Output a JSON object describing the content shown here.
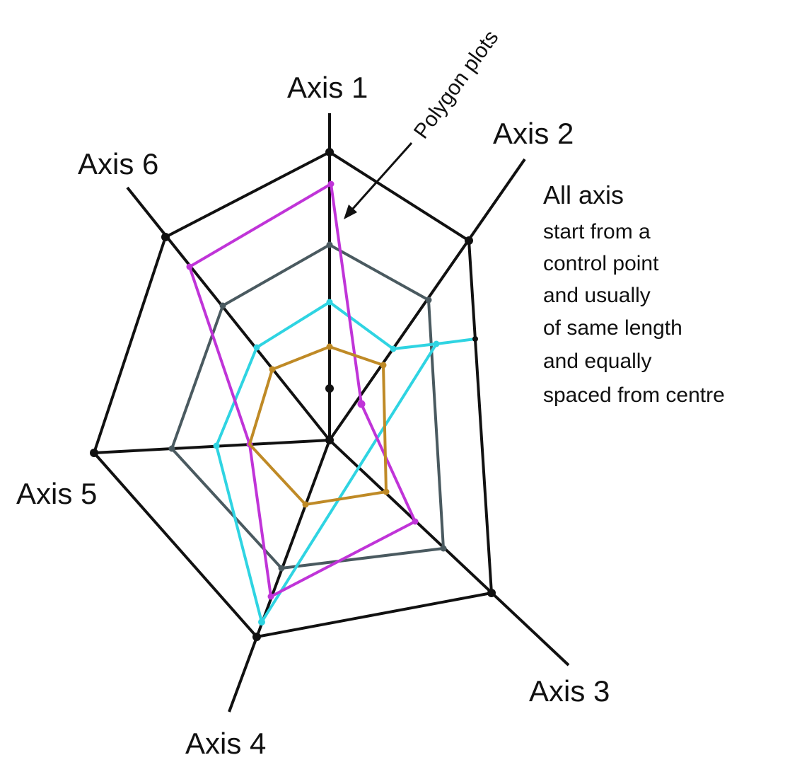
{
  "axes": [
    {
      "label": "Axis 1"
    },
    {
      "label": "Axis 2"
    },
    {
      "label": "Axis 3"
    },
    {
      "label": "Axis 4"
    },
    {
      "label": "Axis 5"
    },
    {
      "label": "Axis 6"
    }
  ],
  "callout": "Polygon plots",
  "note": {
    "title": "All axis",
    "lines": [
      "start from a",
      "control point",
      "and usually",
      "of same length",
      "and equally",
      "spaced from centre"
    ]
  },
  "colors": {
    "frame": "#111111",
    "polygon_grey": "#4a5a60",
    "polygon_magenta": "#c034d8",
    "polygon_cyan": "#2fd4e2",
    "polygon_gold": "#bf8a26"
  }
}
